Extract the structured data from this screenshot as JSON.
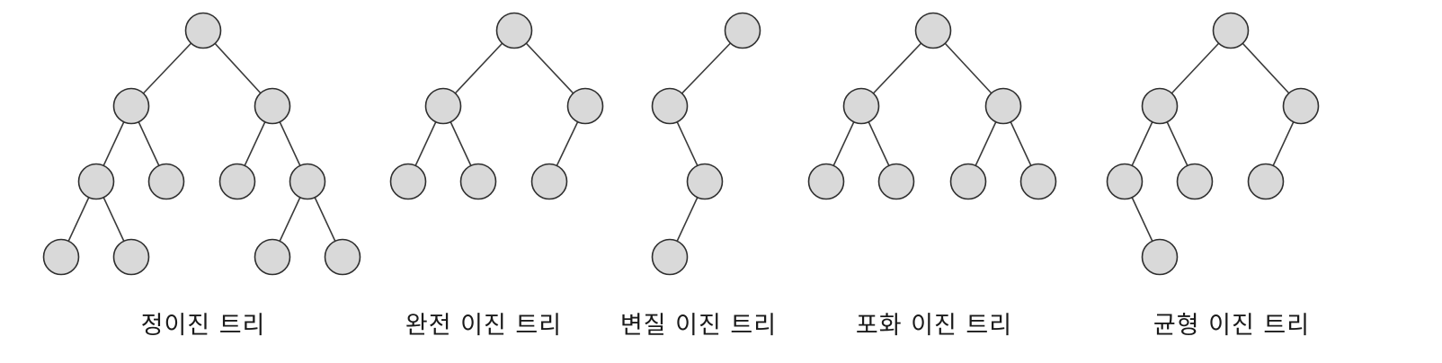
{
  "colors": {
    "node_fill": "#d9d9d9",
    "node_stroke": "#2e2e2e",
    "edge": "#3a3a3a",
    "text": "#1a1a1a"
  },
  "trees": [
    {
      "id": "full",
      "caption": "정이진 트리",
      "edges": [
        [
          "root",
          "L"
        ],
        [
          "root",
          "R"
        ],
        [
          "L",
          "LL"
        ],
        [
          "L",
          "LR"
        ],
        [
          "R",
          "RL"
        ],
        [
          "R",
          "RR"
        ],
        [
          "LL",
          "LLL"
        ],
        [
          "LL",
          "LLR"
        ],
        [
          "RR",
          "RRL"
        ],
        [
          "RR",
          "RRR"
        ]
      ]
    },
    {
      "id": "complete",
      "caption": "완전 이진 트리",
      "edges": [
        [
          "root",
          "L"
        ],
        [
          "root",
          "R"
        ],
        [
          "L",
          "LL"
        ],
        [
          "L",
          "LR"
        ],
        [
          "R",
          "RL"
        ]
      ]
    },
    {
      "id": "degenerate",
      "caption": "변질 이진 트리",
      "edges": [
        [
          "root",
          "L"
        ],
        [
          "L",
          "LR"
        ],
        [
          "LR",
          "LRL"
        ]
      ]
    },
    {
      "id": "perfect",
      "caption": "포화 이진 트리",
      "edges": [
        [
          "root",
          "L"
        ],
        [
          "root",
          "R"
        ],
        [
          "L",
          "LL"
        ],
        [
          "L",
          "LR"
        ],
        [
          "R",
          "RL"
        ],
        [
          "R",
          "RR"
        ]
      ]
    },
    {
      "id": "balanced",
      "caption": "균형 이진 트리",
      "edges": [
        [
          "root",
          "L"
        ],
        [
          "root",
          "R"
        ],
        [
          "L",
          "LL"
        ],
        [
          "L",
          "LR"
        ],
        [
          "R",
          "RL"
        ],
        [
          "LL",
          "LLR"
        ]
      ]
    }
  ]
}
